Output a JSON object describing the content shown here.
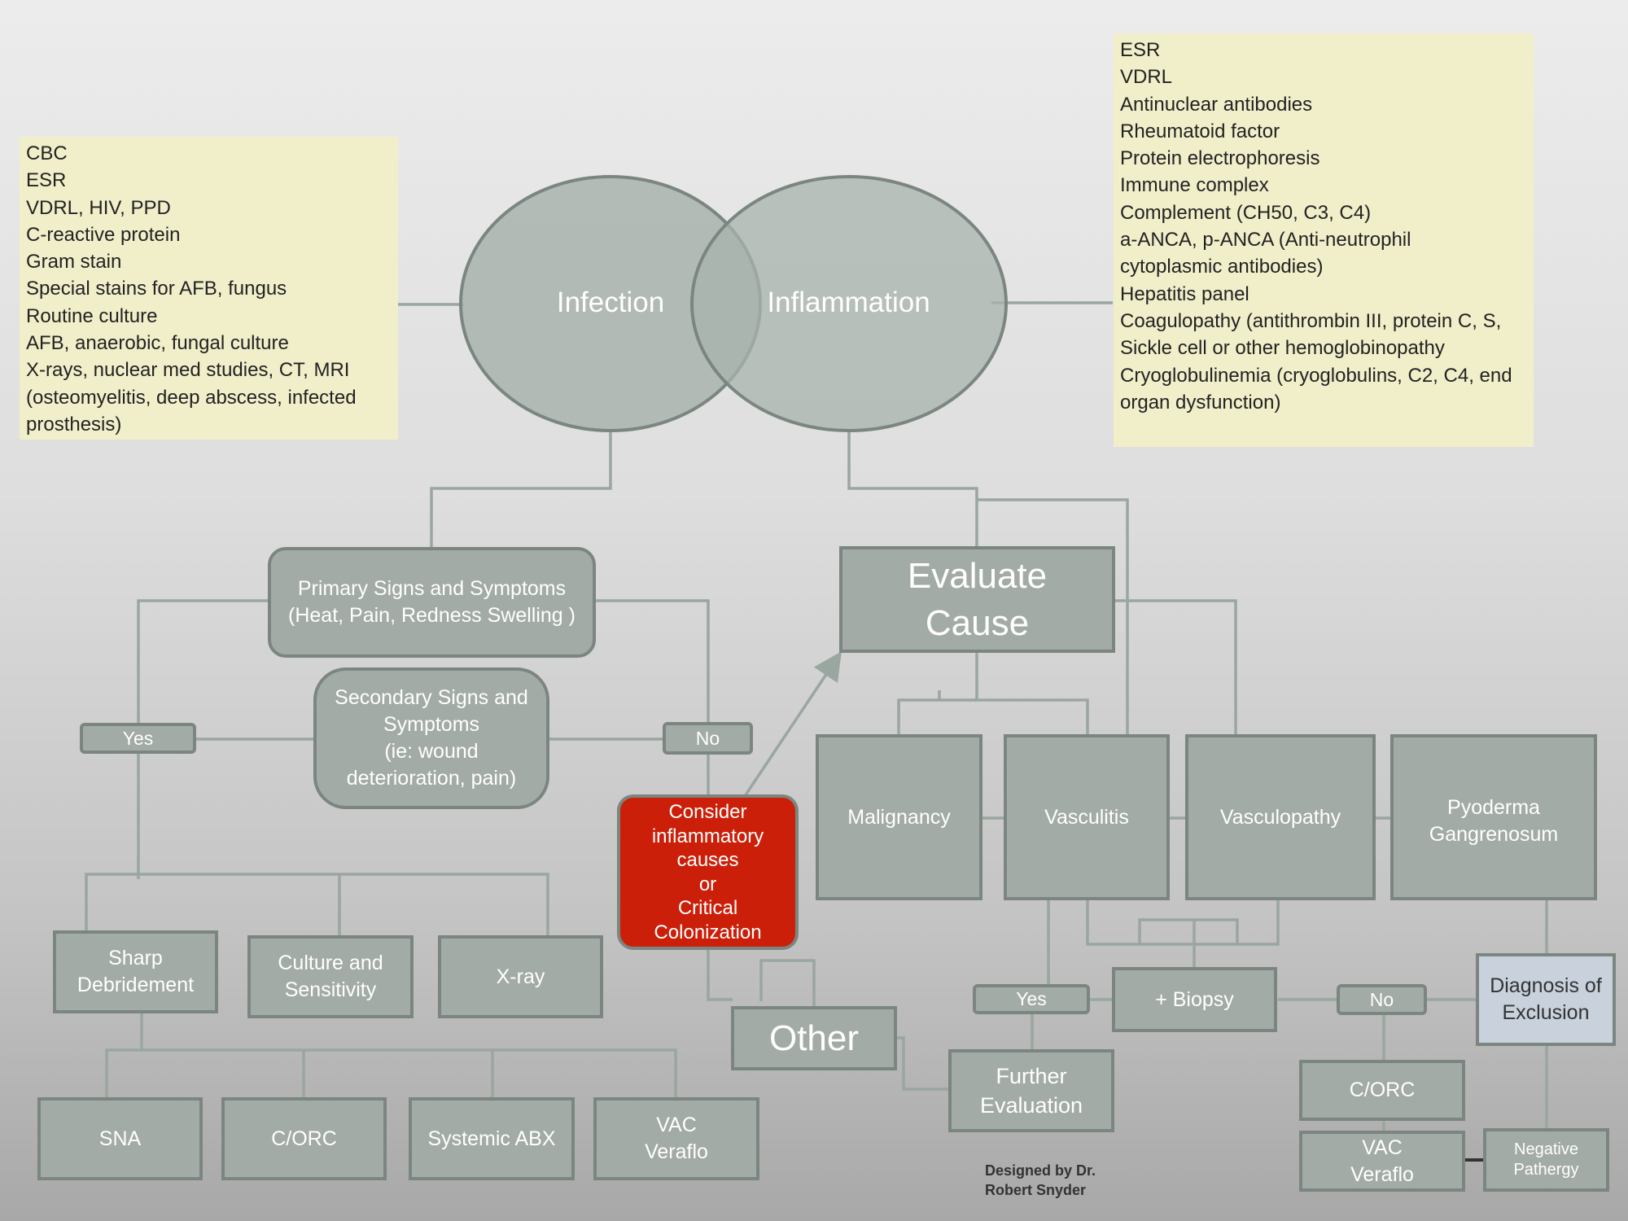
{
  "infection_tests": [
    "CBC",
    "ESR",
    "VDRL, HIV, PPD",
    "C-reactive protein",
    "Gram stain",
    "Special stains for AFB, fungus",
    "Routine culture",
    "AFB, anaerobic, fungal culture",
    "X-rays, nuclear med studies, CT, MRI",
    "(osteomyelitis, deep abscess, infected",
    "prosthesis)"
  ],
  "inflammation_tests": [
    "ESR",
    "VDRL",
    "Antinuclear antibodies",
    "Rheumatoid factor",
    "Protein electrophoresis",
    "Immune complex",
    "Complement (CH50, C3, C4)",
    "a-ANCA, p-ANCA (Anti-neutrophil",
    "cytoplasmic antibodies)",
    "Hepatitis panel",
    "Coagulopathy (antithrombin III, protein C, S,",
    "Sickle cell or other hemoglobinopathy",
    "Cryoglobulinemia (cryoglobulins, C2, C4, end",
    "organ dysfunction)"
  ],
  "venn": {
    "left": "Infection",
    "right": "Inflammation"
  },
  "nodes": {
    "primary_signs": "Primary Signs and Symptoms\n(Heat, Pain, Redness Swelling )",
    "secondary_signs": "Secondary Signs and\nSymptoms\n(ie: wound\ndeterioration, pain)",
    "yes_left": "Yes",
    "no_left": "No",
    "consider": "Consider\ninflammatory\ncauses\nor\nCritical\nColonization",
    "evaluate": "Evaluate\nCause",
    "malignancy": "Malignancy",
    "vasculitis": "Vasculitis",
    "vasculopathy": "Vasculopathy",
    "pyoderma": "Pyoderma\nGangrenosum",
    "sharp_debridement": "Sharp\nDebridement",
    "culture": "Culture and\nSensitivity",
    "xray": "X-ray",
    "sna": "SNA",
    "corc_left": "C/ORC",
    "systemic_abx": "Systemic ABX",
    "vac_left": "VAC\nVeraflo",
    "other": "Other",
    "yes_right": "Yes",
    "biopsy": "+ Biopsy",
    "no_right": "No",
    "diagnosis_exclusion": "Diagnosis of\nExclusion",
    "further_eval": "Further\nEvaluation",
    "corc_right": "C/ORC",
    "vac_right": "VAC\nVeraflo",
    "negative_pathergy": "Negative\nPathergy"
  },
  "credit": "Designed by Dr.\nRobert Snyder",
  "colors": {
    "node_fill": "#a3aba6",
    "node_border": "#7c8680",
    "note_fill": "#f1efca",
    "alert": "#cc1f09",
    "exclusion": "#c9d1dc"
  }
}
